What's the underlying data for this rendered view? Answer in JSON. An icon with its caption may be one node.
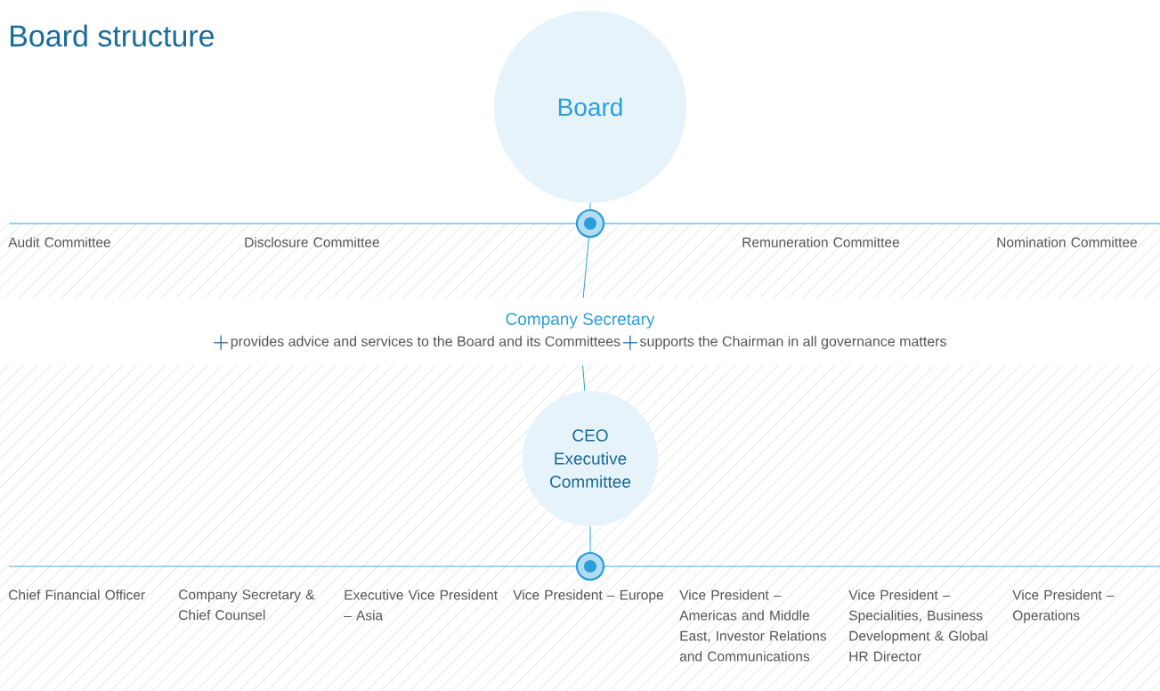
{
  "diagram": {
    "title": "Board structure",
    "nodes": [
      {
        "text": [
          "Board"
        ]
      },
      {
        "text": [],
        "shape": "circle"
      },
      {
        "text": [
          "Company Secretary",
          "provides advice and services to the Board and its Committees",
          "supports the Chairman in all governance matters"
        ]
      },
      {
        "text": [
          "CEO Executive Committee"
        ]
      },
      {
        "text": [],
        "shape": "circle"
      }
    ],
    "edges": [
      {
        "from": 0,
        "to": 1,
        "arrow": "none"
      },
      {
        "from": 1,
        "to": 2,
        "arrow": "none"
      },
      {
        "from": 2,
        "to": 3,
        "arrow": "none"
      },
      {
        "from": 3,
        "to": 4,
        "arrow": "none"
      }
    ],
    "labels": [
      "Audit Committee",
      "Disclosure Committee",
      "Remuneration Committee",
      "Nomination Committee",
      "Chief Financial Officer",
      "Company Secretary & Chief Counsel",
      "Executive Vice President – Asia",
      "Vice President – Europe",
      "Vice President – Americas and Middle East, Investor Relations and Communications",
      "Vice President – Specialities, Business Development & Global HR Director",
      "Vice President – Operations"
    ]
  }
}
